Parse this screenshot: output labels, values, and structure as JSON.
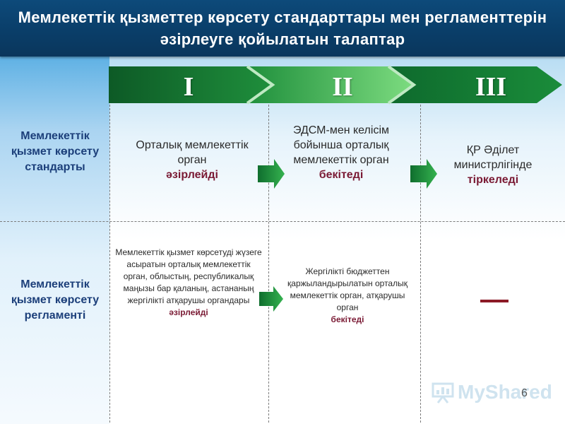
{
  "slide": {
    "title": "Мемлекеттік қызметтер көрсету стандарттары мен регламенттерін әзірлеуге қойылатын талаптар",
    "page_number": "6",
    "watermark": "MyShared"
  },
  "phases": [
    "I",
    "II",
    "III"
  ],
  "rows": [
    {
      "label": "Мемлекеттік қызмет көрсету стандарты",
      "cells": [
        {
          "text": "Орталық мемлекеттік орган",
          "action": "әзірлейді"
        },
        {
          "text": "ЭДСМ-мен келісім бойынша орталық мемлекеттік орган",
          "action": "бекітеді"
        },
        {
          "text": "ҚР Әділет министрлігінде",
          "action": "тіркеледі"
        }
      ]
    },
    {
      "label": "Мемлекеттік қызмет көрсету регламенті",
      "cells": [
        {
          "text": "Мемлекеттік қызмет көрсетуді жүзеге асыратын орталық мемлекеттік орган, облыстың, республикалық маңызы бар қаланың, астананың жергілікті атқарушы органдары",
          "action": "әзірлейді"
        },
        {
          "text": "Жергілікті бюджеттен қаржыландырылатын орталық мемлекеттік орган, атқарушы орган",
          "action": "бекітеді"
        }
      ]
    }
  ],
  "colors": {
    "title_bg": "#0a3e69",
    "accent_text": "#7a1a34",
    "row_label": "#1c3f7a",
    "arrow_green": "#1e9a3a"
  }
}
